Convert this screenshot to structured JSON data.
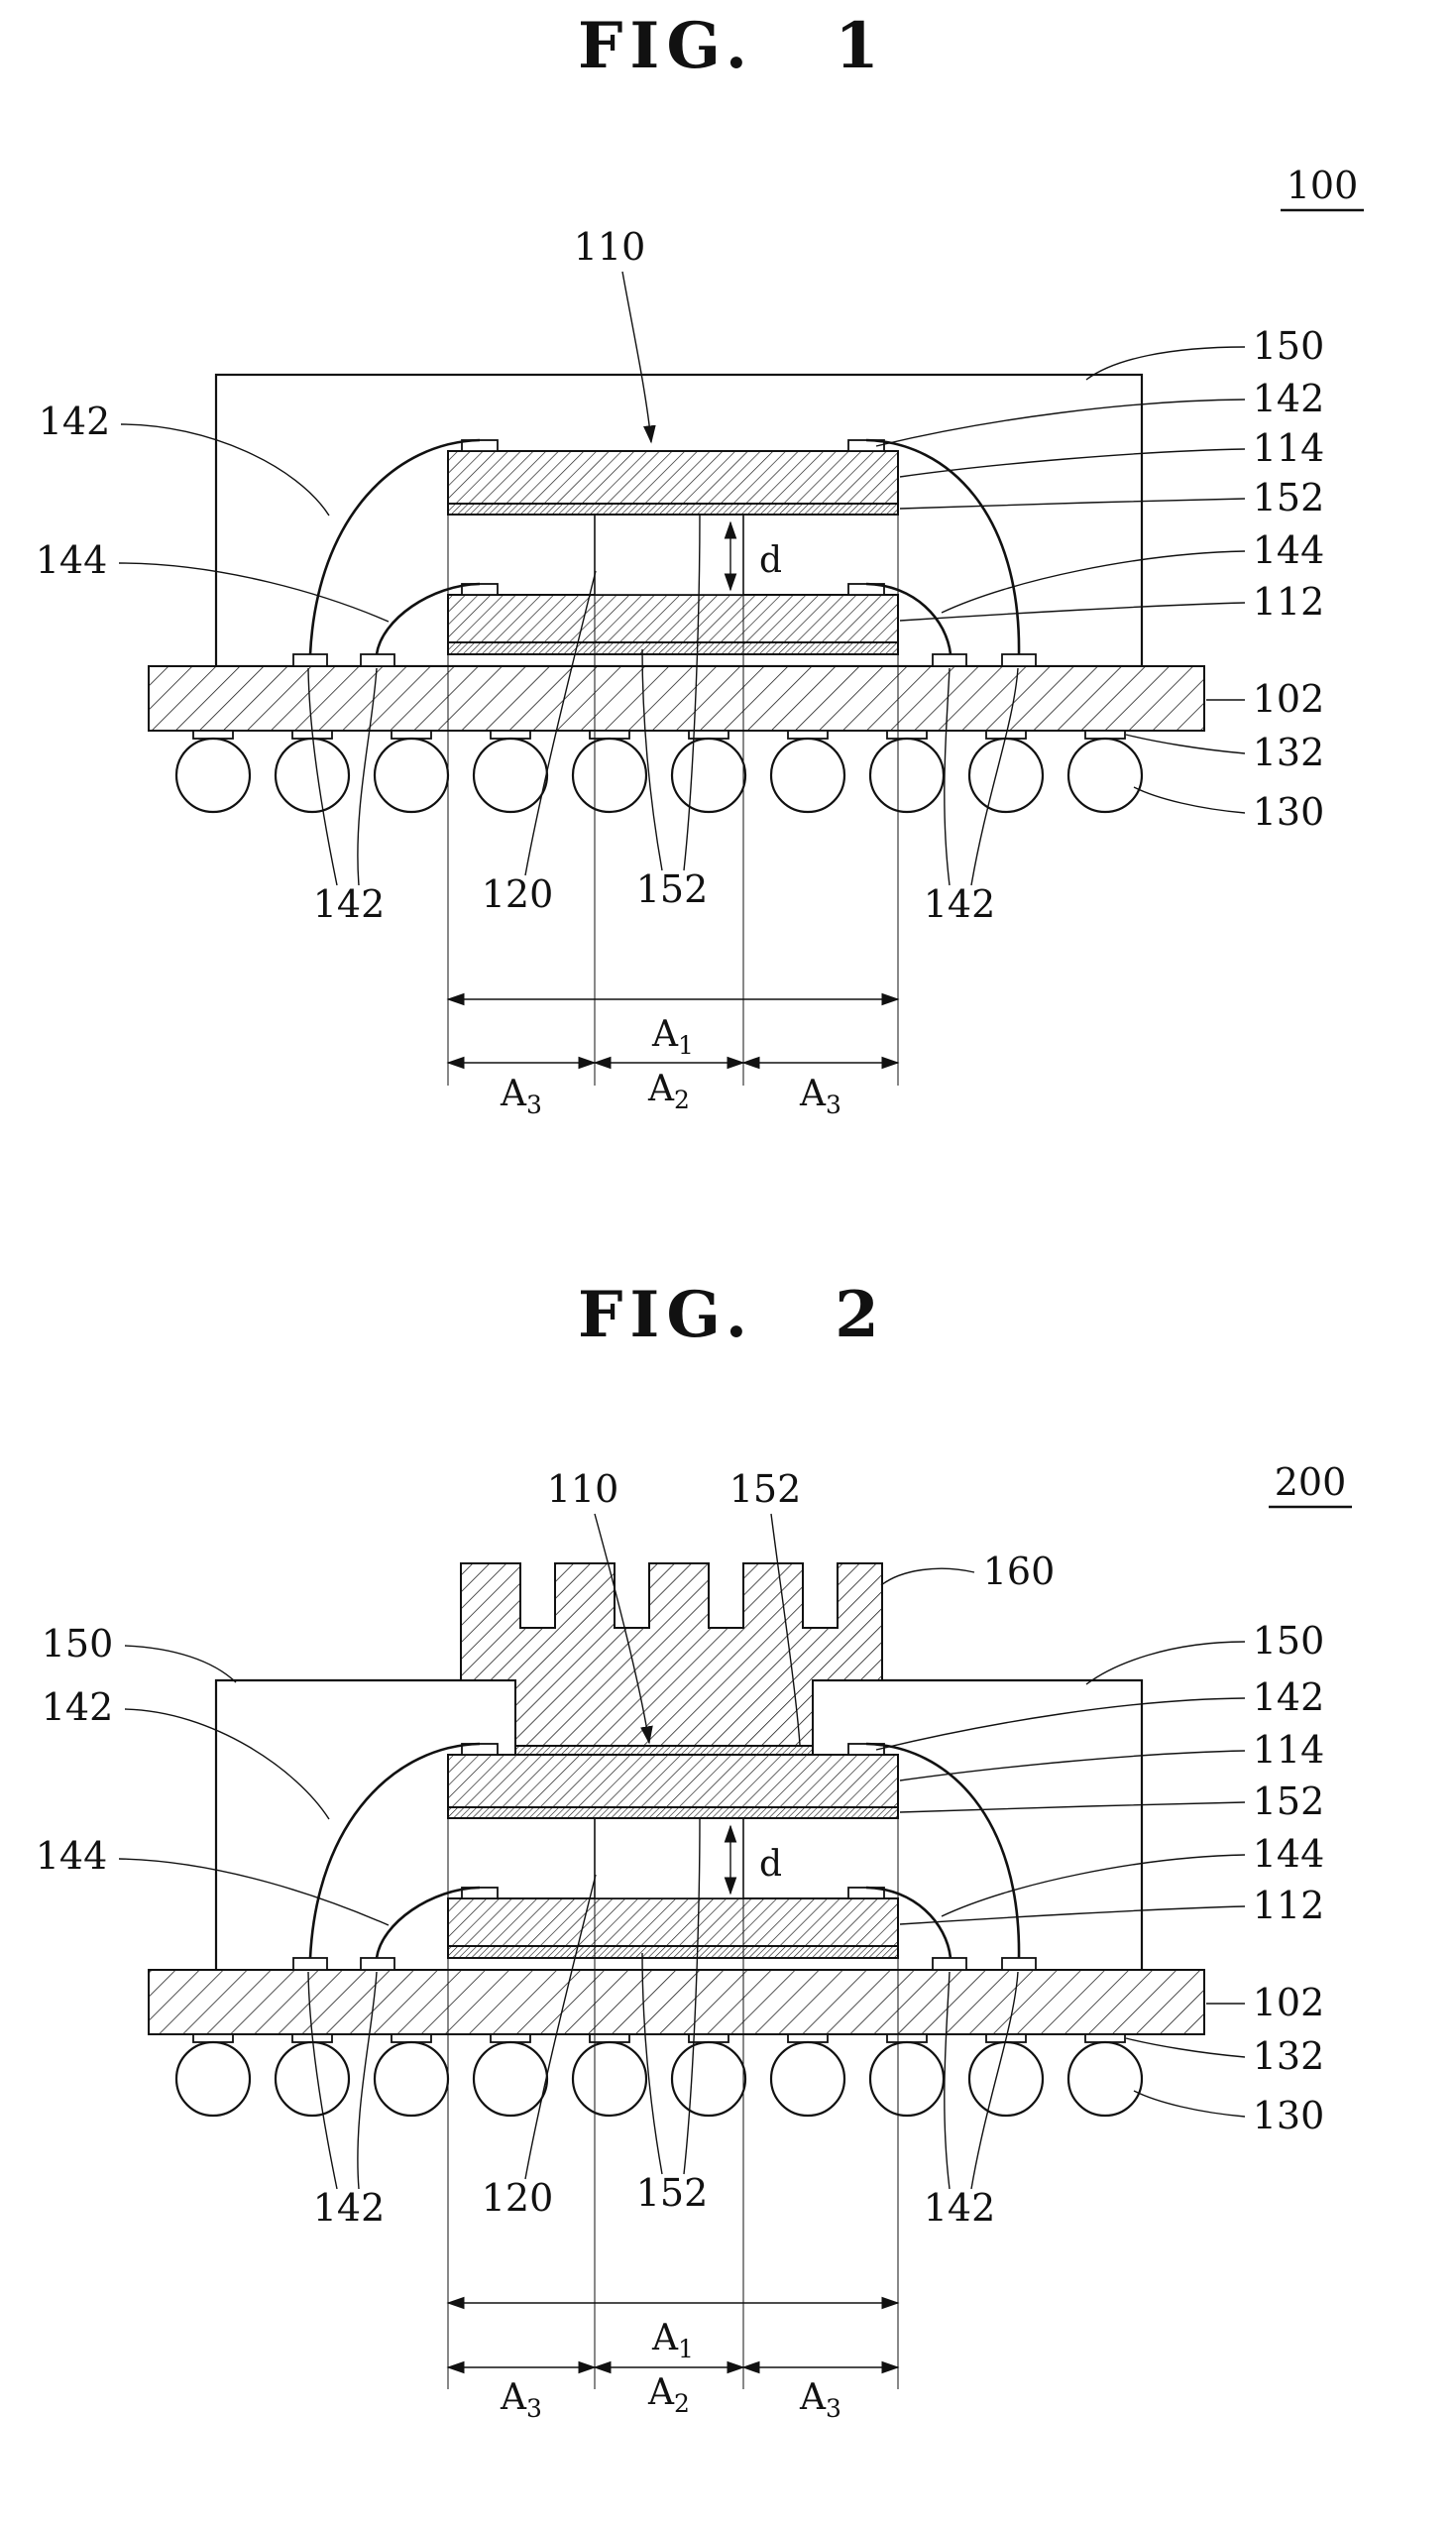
{
  "fig1": {
    "title_word": "FIG.",
    "title_num": "1",
    "ref_num": "100",
    "label_110": "110",
    "left_labels": [
      "142",
      "144"
    ],
    "right_labels": [
      "150",
      "142",
      "114",
      "152",
      "144",
      "112",
      "102",
      "132",
      "130"
    ],
    "bottom_labels": [
      "142",
      "120",
      "152",
      "142"
    ],
    "gap_label": "d",
    "dim_a1": {
      "base": "A",
      "sub": "1"
    },
    "dim_a2": {
      "base": "A",
      "sub": "2"
    },
    "dim_a3": {
      "base": "A",
      "sub": "3"
    }
  },
  "fig2": {
    "title_word": "FIG.",
    "title_num": "2",
    "ref_num": "200",
    "label_110": "110",
    "label_152_top": "152",
    "label_160": "160",
    "left_labels": [
      "150",
      "142",
      "144"
    ],
    "right_labels": [
      "150",
      "142",
      "114",
      "152",
      "144",
      "112",
      "102",
      "132",
      "130"
    ],
    "bottom_labels": [
      "142",
      "120",
      "152",
      "142"
    ],
    "gap_label": "d",
    "dim_a1": {
      "base": "A",
      "sub": "1"
    },
    "dim_a2": {
      "base": "A",
      "sub": "2"
    },
    "dim_a3": {
      "base": "A",
      "sub": "3"
    }
  }
}
